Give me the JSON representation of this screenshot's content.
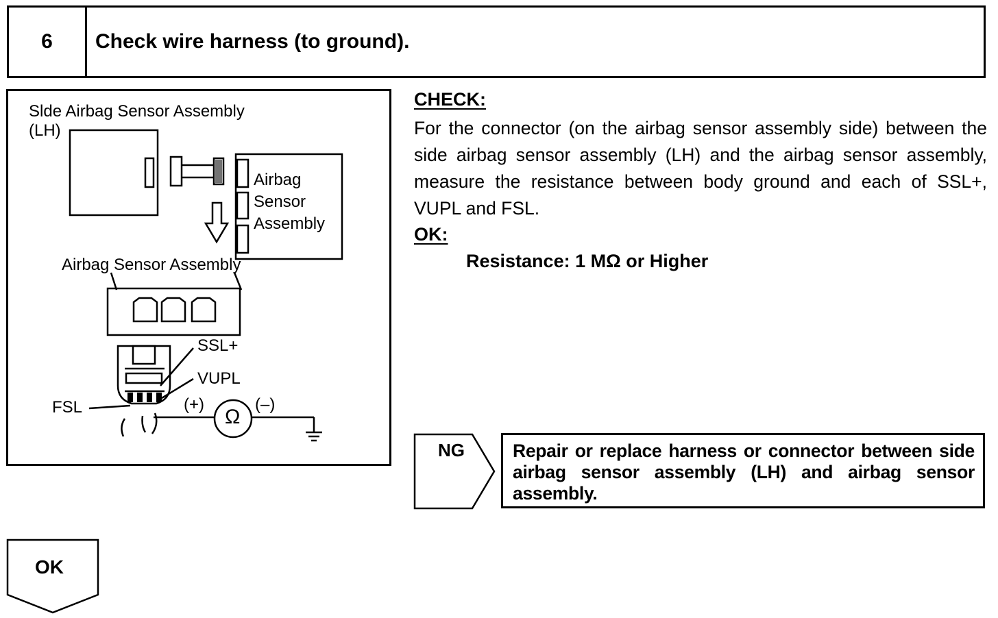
{
  "step": {
    "number": "6",
    "title": "Check wire harness (to ground)."
  },
  "diagram": {
    "side_sensor_label_line1": "Slde Airbag Sensor Assembly",
    "side_sensor_label_line2": "(LH)",
    "airbag_sensor_label_line1": "Airbag",
    "airbag_sensor_label_line2": "Sensor",
    "airbag_sensor_label_line3": "Assembly",
    "airbag_sensor_caption": "Airbag Sensor Assembly",
    "terminal_ssl": "SSL+",
    "terminal_vupl": "VUPL",
    "terminal_fsl": "FSL",
    "meter_plus": "(+)",
    "meter_minus": "(–)",
    "meter_symbol": "Ω"
  },
  "check": {
    "heading": "CHECK:",
    "text": "For the connector (on the airbag sensor assembly side) between the side airbag sensor assembly (LH) and the airbag sensor assembly, measure the resistance between body ground and each of SSL+, VUPL and FSL."
  },
  "ok": {
    "heading": "OK:",
    "spec": "Resistance: 1 MΩ or Higher"
  },
  "ng": {
    "label": "NG",
    "action": "Repair or replace harness or connector between side airbag sensor assembly (LH) and airbag sensor assembly."
  },
  "ok_tag": {
    "label": "OK"
  }
}
